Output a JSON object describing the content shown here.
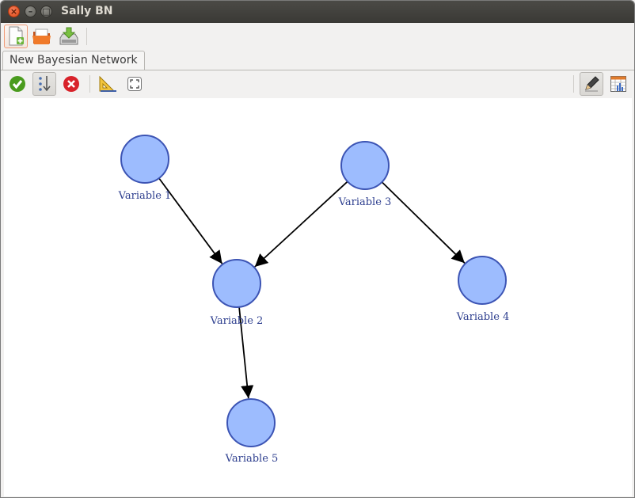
{
  "window": {
    "title": "Sally BN"
  },
  "main_toolbar": {
    "buttons": [
      {
        "icon": "new-document-icon"
      },
      {
        "icon": "open-folder-icon"
      },
      {
        "icon": "save-download-icon"
      }
    ]
  },
  "tabs": [
    {
      "label": "New Bayesian Network"
    }
  ],
  "network_toolbar": {
    "buttons": [
      {
        "icon": "check-icon"
      },
      {
        "icon": "sort-down-icon"
      },
      {
        "icon": "delete-icon"
      },
      {
        "icon": "layout-ruler-icon"
      },
      {
        "icon": "fit-view-icon"
      },
      {
        "icon": "pencil-edit-icon"
      },
      {
        "icon": "table-chart-icon"
      }
    ]
  },
  "colors": {
    "node_fill": "#9dbcfe",
    "node_stroke": "#3c54b4",
    "label": "#2e3f8f",
    "edge": "#000000"
  },
  "graph": {
    "nodes": [
      {
        "id": "v1",
        "label": "Variable 1"
      },
      {
        "id": "v2",
        "label": "Variable 2"
      },
      {
        "id": "v3",
        "label": "Variable 3"
      },
      {
        "id": "v4",
        "label": "Variable 4"
      },
      {
        "id": "v5",
        "label": "Variable 5"
      }
    ],
    "edges": [
      {
        "from": "v1",
        "to": "v2"
      },
      {
        "from": "v3",
        "to": "v2"
      },
      {
        "from": "v3",
        "to": "v4"
      },
      {
        "from": "v2",
        "to": "v5"
      }
    ]
  }
}
